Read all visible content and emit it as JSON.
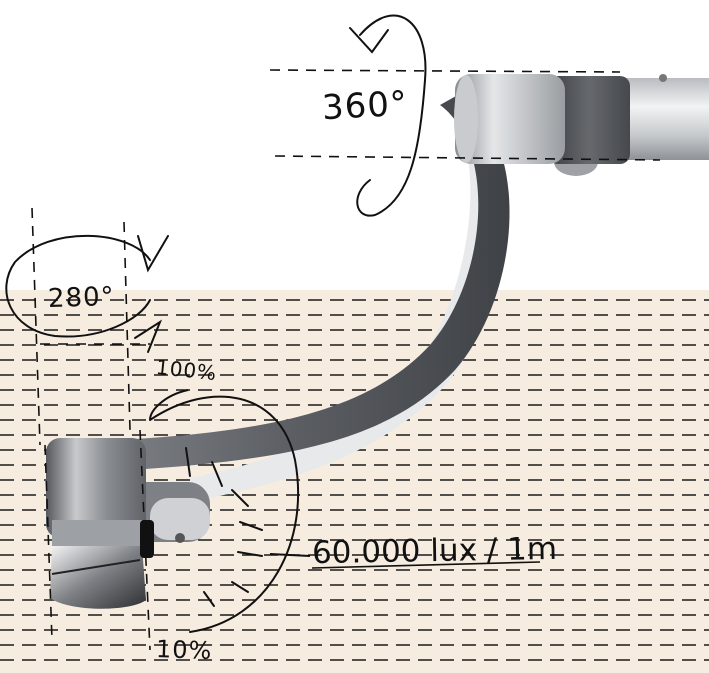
{
  "colors": {
    "paper_band": "#f6ece0",
    "dash_line": "#1a1a1a",
    "ink": "#111111",
    "metal_dark": "#5a5d62",
    "metal_light": "#d9dbde"
  },
  "annotations": {
    "rotation_arm": "360°",
    "rotation_head": "280°",
    "dimming_max": "100%",
    "illuminance": "60.000 lux / 1m",
    "dimming_min": "10%"
  },
  "icons": {
    "arm_rotation_arrow": "circular-arrow-icon",
    "head_rotation_arrow": "circular-arrow-icon"
  }
}
